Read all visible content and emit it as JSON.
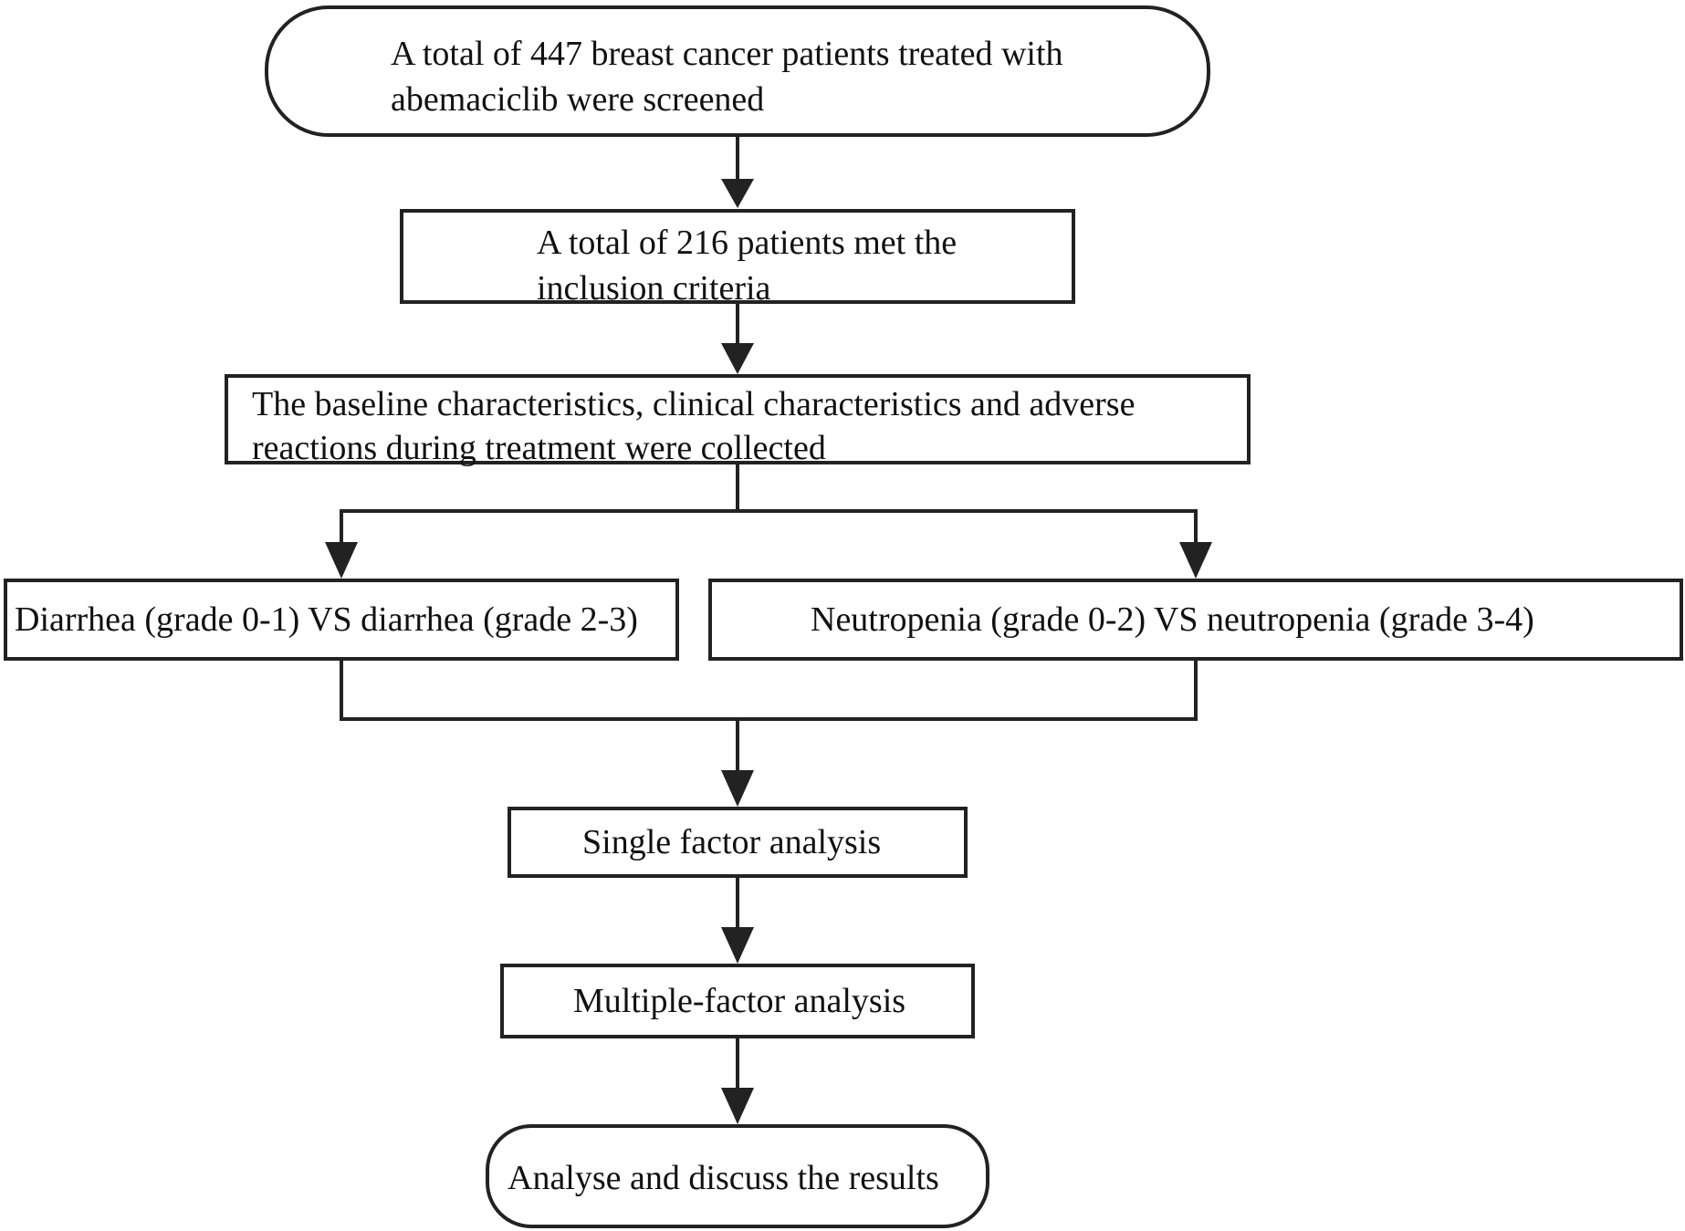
{
  "flowchart": {
    "screened": {
      "line1": "A total of 447 breast cancer patients treated with",
      "line2": "abemaciclib were screened"
    },
    "included": {
      "line1": "A total of 216 patients met the",
      "line2": "inclusion criteria"
    },
    "collected": {
      "line1": "The baseline characteristics, clinical characteristics and adverse",
      "line2": "reactions during treatment were collected"
    },
    "diarrhea": "Diarrhea (grade 0-1) VS diarrhea (grade 2-3)",
    "neutropenia": "Neutropenia (grade 0-2) VS neutropenia (grade 3-4)",
    "single_factor": "Single factor analysis",
    "multiple_factor": "Multiple-factor analysis",
    "results": "Analyse and discuss the results"
  }
}
